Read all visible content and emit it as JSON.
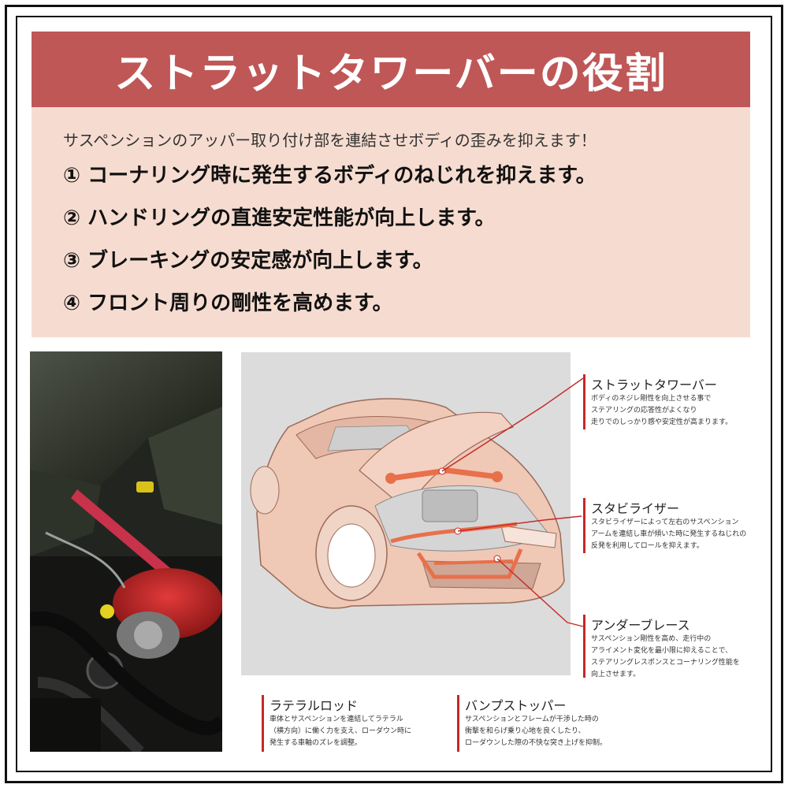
{
  "title": "ストラットタワーバーの役割",
  "intro": {
    "lead": "サスペンションのアッパー取り付け部を連結させボディの歪みを抑えます！",
    "points": [
      "① コーナリング時に発生するボディのねじれを抑えます。",
      "② ハンドリングの直進安定性能が向上します。",
      "③ ブレーキングの安定感が向上します。",
      "④ フロント周りの剛性を高めます。"
    ]
  },
  "callouts": {
    "strut_tower_bar": {
      "title": "ストラットタワーバー",
      "lines": [
        "ボディのネジレ剛性を向上させる事で",
        "ステアリングの応答性がよくなり",
        "走りでのしっかり感や安定性が高まります。"
      ]
    },
    "stabilizer": {
      "title": "スタビライザー",
      "lines": [
        "スタビライザーによって左右のサスペンション",
        "アームを連結し車が傾いた時に発生するねじれの",
        "反発を利用してロールを抑えます。"
      ]
    },
    "under_brace": {
      "title": "アンダーブレース",
      "lines": [
        "サスペンション剛性を高め、走行中の",
        "アライメント変化を最小限に抑えることで、",
        "ステアリングレスポンスとコーナリング性能を",
        "向上させます。"
      ]
    },
    "lateral_rod": {
      "title": "ラテラルロッド",
      "lines": [
        "車体とサスペンションを連結してラテラル",
        "（横方向）に働く力を支え、ローダウン時に",
        "発生する車軸のズレを調整。"
      ]
    },
    "bump_stopper": {
      "title": "バンプストッパー",
      "lines": [
        "サスペンションとフレームが干渉した時の",
        "衝撃を和らげ乗り心地を良くしたり、",
        "ローダウンした際の不快な突き上げを抑制。"
      ]
    }
  },
  "colors": {
    "title_bg": "#bf5757",
    "intro_bg": "#f6dcd0",
    "accent_red": "#c62828",
    "part_orange": "#e8704a",
    "diagram_bg": "#dcdcdc"
  }
}
